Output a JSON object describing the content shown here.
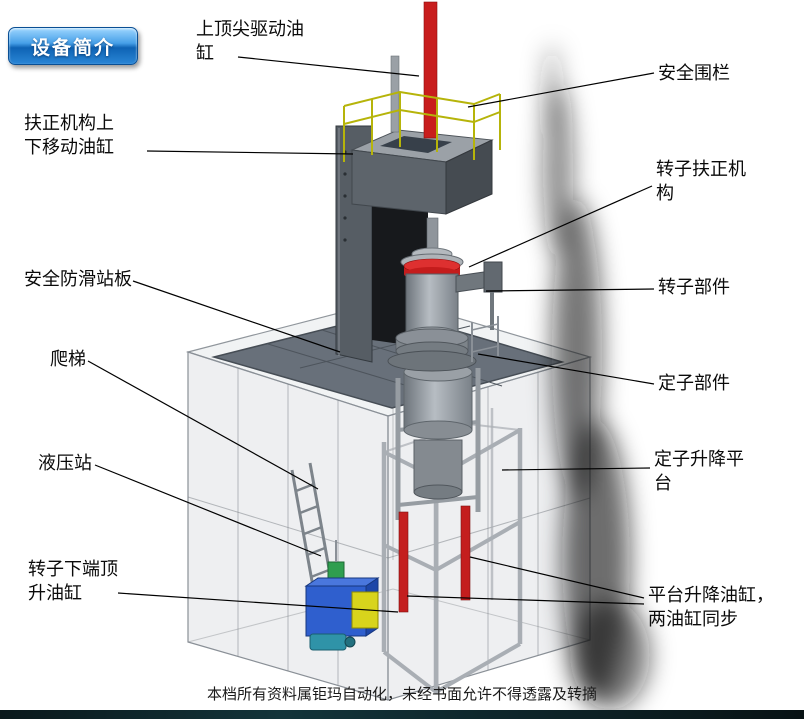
{
  "badge": {
    "label": "设备简介"
  },
  "labels": [
    "上顶尖驱动油\n缸",
    "安全围栏",
    "扶正机构上\n下移动油缸",
    "转子扶正机\n构",
    "安全防滑站板",
    "转子部件",
    "爬梯",
    "定子部件",
    "液压站",
    "定子升降平\n台",
    "转子下端顶\n升油缸",
    "平台升降油缸，\n两油缸同步"
  ],
  "footer": {
    "note": "本档所有资料属钜玛自动化，未经书面允许不得透露及转摘"
  },
  "colors": {
    "badge_blue": "#1d6fc0",
    "cylinder_red": "#c41e1e",
    "railing_yellow": "#b6b40a",
    "hydraulic_blue": "#2f5fce",
    "frame_gray": "#8a9097",
    "platform_dark_gray": "#68707a",
    "bottom_bar": "#0c1e21"
  }
}
